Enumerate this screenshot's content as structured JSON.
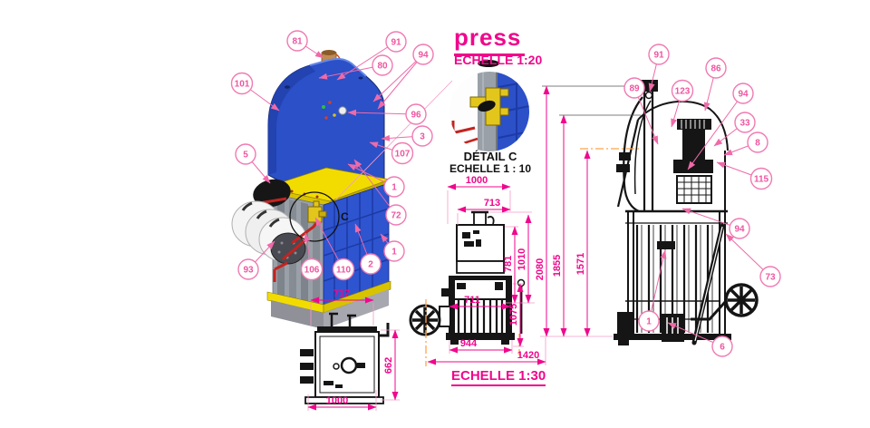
{
  "title": {
    "text": "press",
    "scale": "ECHELLE 1:20"
  },
  "detail_view": {
    "label": "DÉTAIL C",
    "scale": "ECHELLE 1 : 10",
    "marker": "C"
  },
  "front_view": {
    "scale_label": "ECHELLE 1:30",
    "dims": {
      "top_width": "1000",
      "hood_width": "713",
      "hood_height": "781",
      "upper_height": "1010",
      "cage_width": "711",
      "cage_height": "1075",
      "base_width": "944",
      "overall_depth": "1420"
    }
  },
  "side_view": {
    "dims": {
      "overall_height": "2080",
      "mast_height": "1855",
      "axle_height": "1571"
    }
  },
  "top_view": {
    "dims": {
      "body_width": "717",
      "body_depth": "662",
      "overall_width": "1000"
    }
  },
  "callouts": {
    "left": [
      {
        "label": "81"
      },
      {
        "label": "91"
      },
      {
        "label": "80"
      },
      {
        "label": "94"
      },
      {
        "label": "101"
      },
      {
        "label": "96"
      },
      {
        "label": "3"
      },
      {
        "label": "107"
      },
      {
        "label": "5"
      },
      {
        "label": "1"
      },
      {
        "label": "72"
      },
      {
        "label": "1"
      },
      {
        "label": "2"
      },
      {
        "label": "93"
      },
      {
        "label": "106"
      },
      {
        "label": "110"
      }
    ],
    "right": [
      {
        "label": "91"
      },
      {
        "label": "89"
      },
      {
        "label": "123"
      },
      {
        "label": "86"
      },
      {
        "label": "94"
      },
      {
        "label": "33"
      },
      {
        "label": "8"
      },
      {
        "label": "115"
      },
      {
        "label": "94"
      },
      {
        "label": "73"
      },
      {
        "label": "6"
      },
      {
        "label": "1"
      }
    ]
  },
  "colors": {
    "dimension": "#f0078c",
    "callout": "#ee55a0",
    "centerline": "#ffa54a",
    "machine_blue": "#2b50c8",
    "machine_yellow": "#f2dc00",
    "machine_gray": "#9aa0a8",
    "machine_red": "#c22420",
    "drawing": "#151515"
  }
}
